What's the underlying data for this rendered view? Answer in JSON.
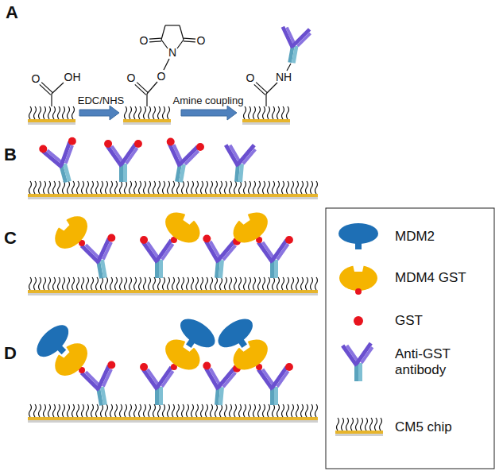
{
  "diagram": {
    "labels": [
      "A",
      "O",
      "OH",
      "EDC/NHS",
      "O",
      "O",
      "N",
      "O",
      "O",
      "Amine coupling",
      "O",
      "NH",
      "B",
      "C",
      "D"
    ],
    "legend": [
      {
        "text": "MDM2"
      },
      {
        "text": "MDM4 GST"
      },
      {
        "text": "GST"
      },
      {
        "text": "Anti-GST antibody"
      },
      {
        "text": "CM5 chip"
      }
    ]
  }
}
